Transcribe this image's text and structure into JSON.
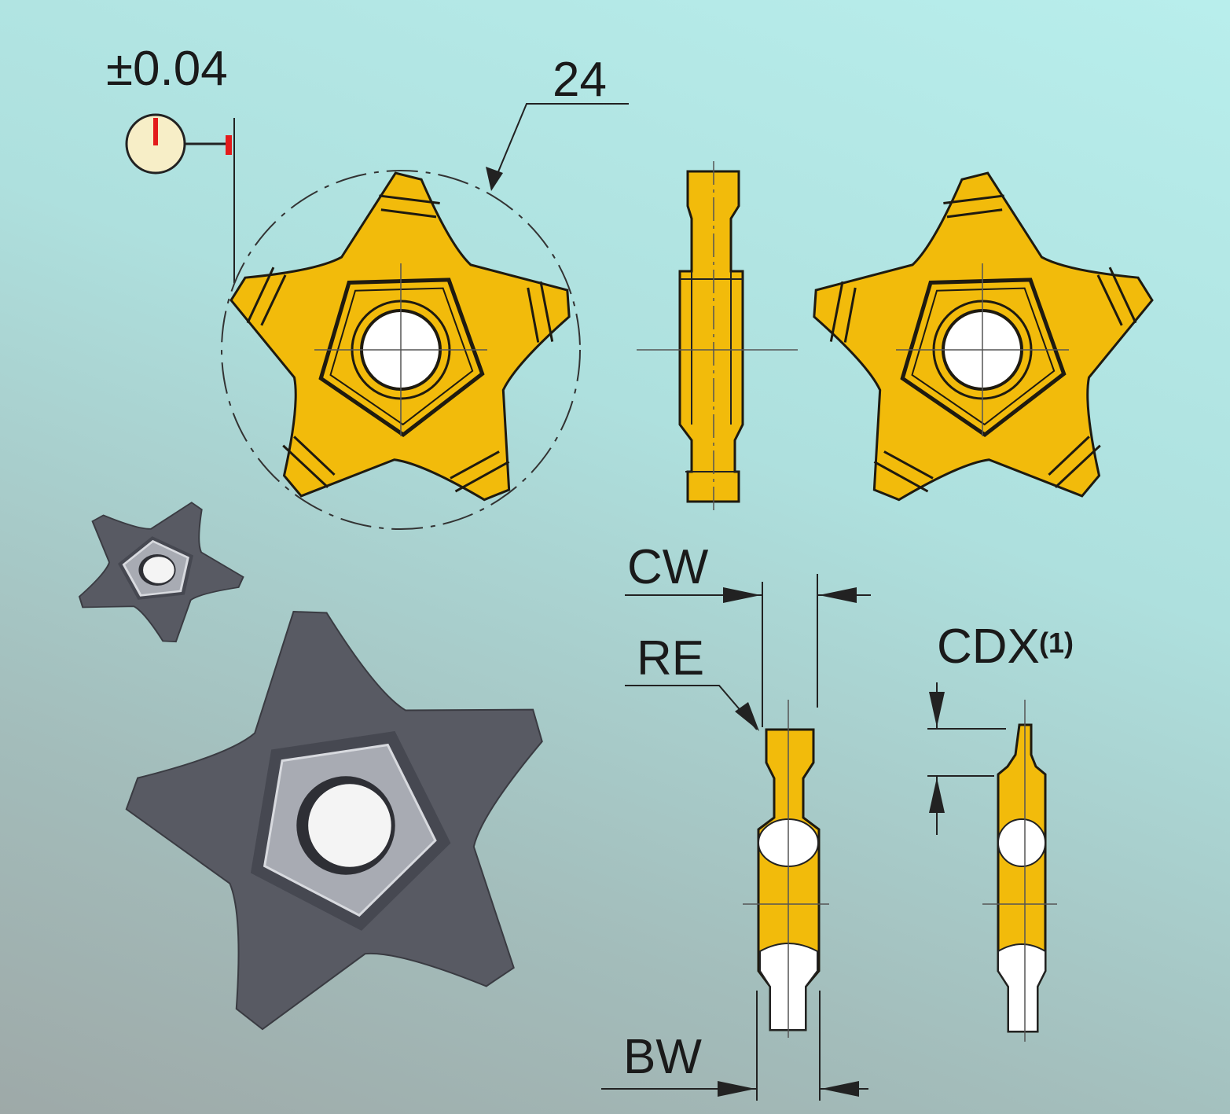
{
  "labels": {
    "tolerance": "±0.04",
    "diameter": "24",
    "cw": "CW",
    "re": "RE",
    "cdx": "CDX",
    "cdx_note": "(1)",
    "bw": "BW"
  },
  "colors": {
    "insert_yellow": "#f2bb0b",
    "carbide_gray": "#5b5d66",
    "gauge_red": "#e31b1b"
  }
}
